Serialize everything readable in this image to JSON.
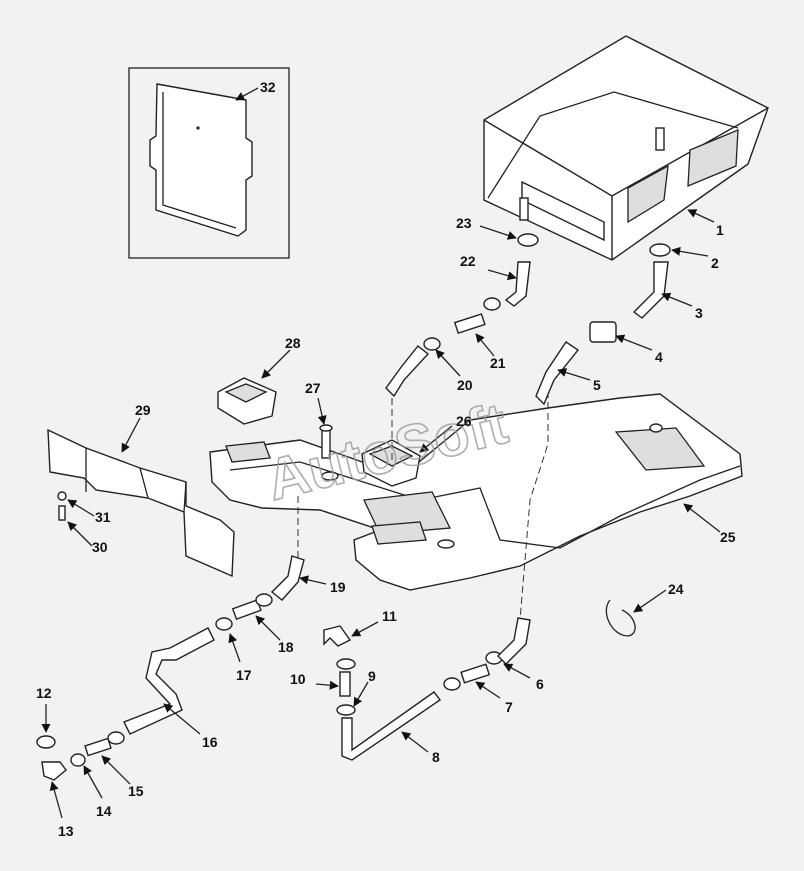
{
  "diagram": {
    "watermark": "AutoSoft",
    "callouts": [
      {
        "n": "1"
      },
      {
        "n": "2"
      },
      {
        "n": "3"
      },
      {
        "n": "4"
      },
      {
        "n": "5"
      },
      {
        "n": "6"
      },
      {
        "n": "7"
      },
      {
        "n": "8"
      },
      {
        "n": "9"
      },
      {
        "n": "10"
      },
      {
        "n": "11"
      },
      {
        "n": "12"
      },
      {
        "n": "13"
      },
      {
        "n": "14"
      },
      {
        "n": "15"
      },
      {
        "n": "16"
      },
      {
        "n": "17"
      },
      {
        "n": "18"
      },
      {
        "n": "19"
      },
      {
        "n": "20"
      },
      {
        "n": "21"
      },
      {
        "n": "22"
      },
      {
        "n": "23"
      },
      {
        "n": "24"
      },
      {
        "n": "25"
      },
      {
        "n": "26"
      },
      {
        "n": "27"
      },
      {
        "n": "28"
      },
      {
        "n": "29"
      },
      {
        "n": "30"
      },
      {
        "n": "31"
      },
      {
        "n": "32"
      }
    ]
  }
}
